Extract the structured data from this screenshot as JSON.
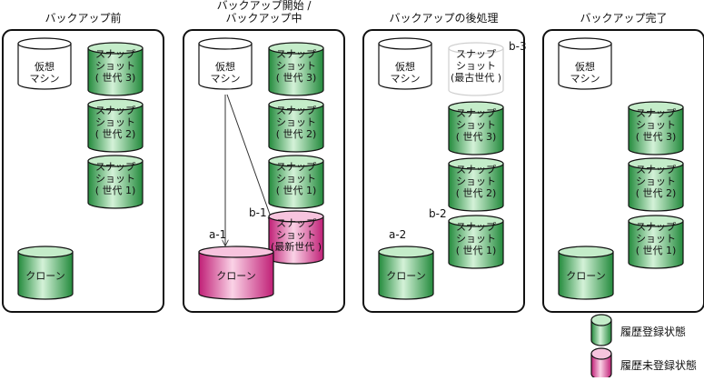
{
  "colors": {
    "registered_fill": "#3aa655",
    "registered_light": "#c4ecc9",
    "unregistered_fill": "#d6338a",
    "unregistered_light": "#f7c4de",
    "panel_border": "#111111",
    "vm_fill": "#ffffff",
    "faded_fill": "#ffffff",
    "faded_text": "#b8b8b8"
  },
  "panels": [
    {
      "title": [
        "バックアップ前"
      ],
      "vm": [
        "仮想",
        "マシン"
      ],
      "snapshots": [
        [
          "スナップ",
          "ショット",
          "( 世代 3)"
        ],
        [
          "スナップ",
          "ショット",
          "( 世代 2)"
        ],
        [
          "スナップ",
          "ショット",
          "( 世代 1)"
        ]
      ],
      "clone": "クローン"
    },
    {
      "title": [
        "バックアップ開始 /",
        "バックアップ中"
      ],
      "vm": [
        "仮想",
        "マシン"
      ],
      "snapshots": [
        [
          "スナップ",
          "ショット",
          "( 世代 3)"
        ],
        [
          "スナップ",
          "ショット",
          "( 世代 2)"
        ],
        [
          "スナップ",
          "ショット",
          "( 世代 1)"
        ]
      ],
      "new_snapshot": [
        "スナップ",
        "ショット",
        "(最新世代 )"
      ],
      "clone": "クローン",
      "labels": {
        "a": "a-1",
        "b": "b-1"
      }
    },
    {
      "title": [
        "バックアップの後処理"
      ],
      "vm": [
        "仮想",
        "マシン"
      ],
      "faded_snapshot": [
        "スナップ",
        "ショット",
        "(最古世代 )"
      ],
      "snapshots": [
        [
          "スナップ",
          "ショット",
          "( 世代 3)"
        ],
        [
          "スナップ",
          "ショット",
          "( 世代 2)"
        ],
        [
          "スナップ",
          "ショット",
          "( 世代 1)"
        ]
      ],
      "clone": "クローン",
      "labels": {
        "a": "a-2",
        "b": "b-2",
        "c": "b-3"
      }
    },
    {
      "title": [
        "バックアップ完了"
      ],
      "vm": [
        "仮想",
        "マシン"
      ],
      "snapshots": [
        [
          "スナップ",
          "ショット",
          "( 世代 3)"
        ],
        [
          "スナップ",
          "ショット",
          "( 世代 2)"
        ],
        [
          "スナップ",
          "ショット",
          "( 世代 1)"
        ]
      ],
      "clone": "クローン"
    }
  ],
  "legend": {
    "registered": "履歴登録状態",
    "unregistered": "履歴未登録状態"
  }
}
